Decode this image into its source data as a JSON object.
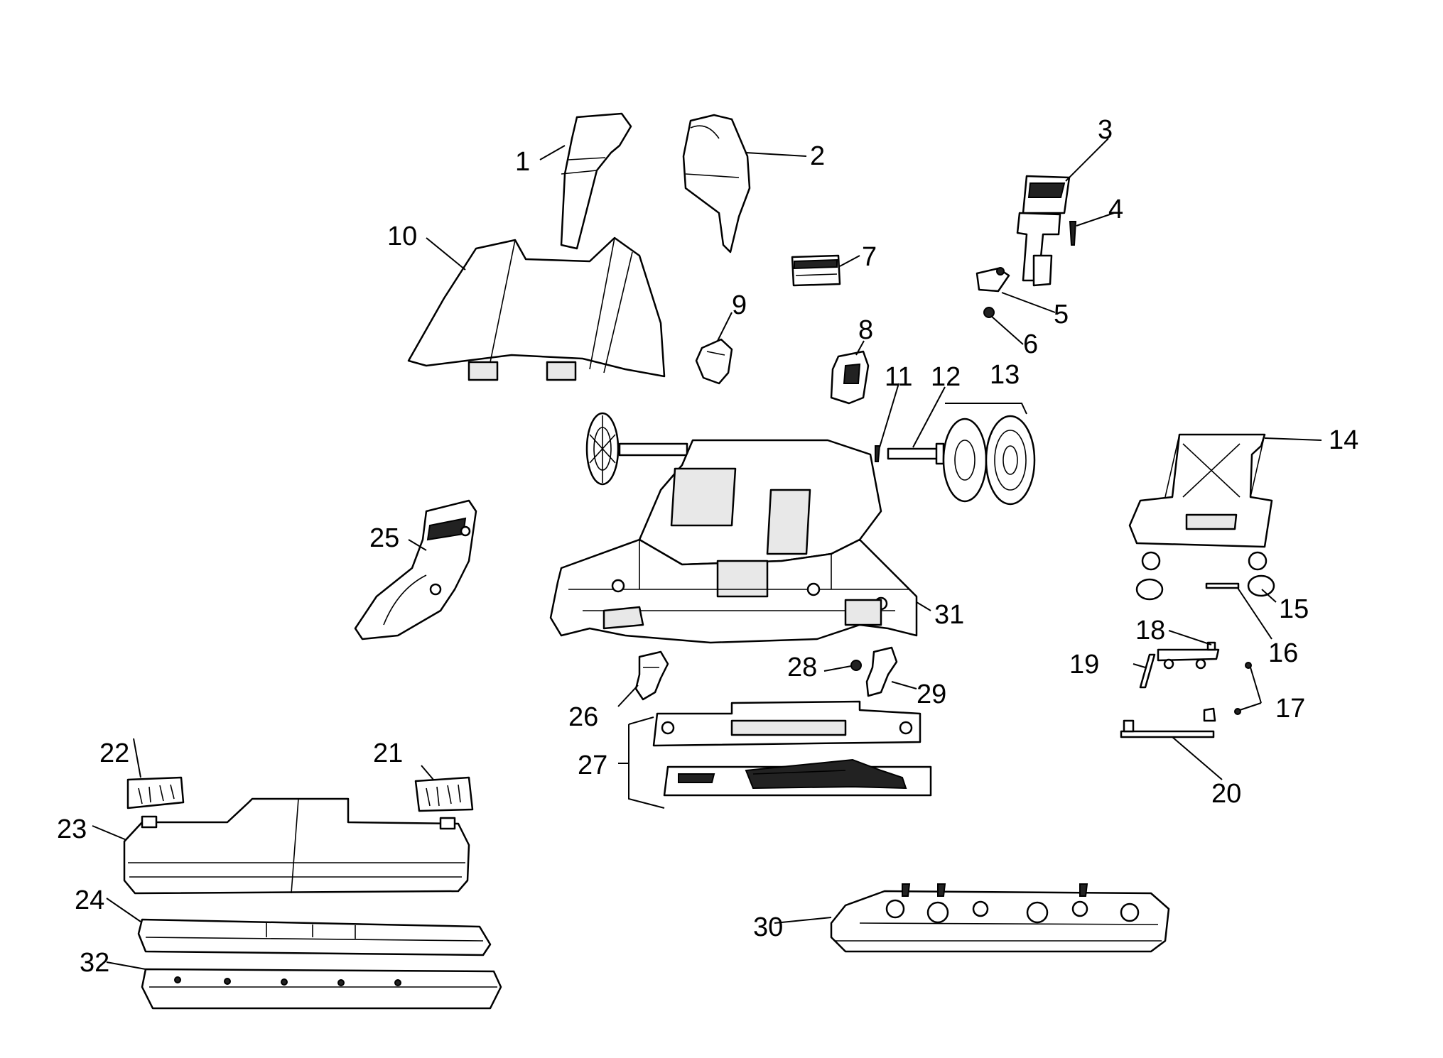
{
  "callouts": [
    {
      "id": "1",
      "text": "1"
    },
    {
      "id": "2",
      "text": "2"
    },
    {
      "id": "3",
      "text": "3"
    },
    {
      "id": "4",
      "text": "4"
    },
    {
      "id": "5",
      "text": "5"
    },
    {
      "id": "6",
      "text": "6"
    },
    {
      "id": "7",
      "text": "7"
    },
    {
      "id": "8",
      "text": "8"
    },
    {
      "id": "9",
      "text": "9"
    },
    {
      "id": "10",
      "text": "10"
    },
    {
      "id": "11",
      "text": "11"
    },
    {
      "id": "12",
      "text": "12"
    },
    {
      "id": "13",
      "text": "13"
    },
    {
      "id": "14",
      "text": "14"
    },
    {
      "id": "15",
      "text": "15"
    },
    {
      "id": "16",
      "text": "16"
    },
    {
      "id": "17",
      "text": "17"
    },
    {
      "id": "18",
      "text": "18"
    },
    {
      "id": "19",
      "text": "19"
    },
    {
      "id": "20",
      "text": "20"
    },
    {
      "id": "21",
      "text": "21"
    },
    {
      "id": "22",
      "text": "22"
    },
    {
      "id": "23",
      "text": "23"
    },
    {
      "id": "24",
      "text": "24"
    },
    {
      "id": "25",
      "text": "25"
    },
    {
      "id": "26",
      "text": "26"
    },
    {
      "id": "27",
      "text": "27"
    },
    {
      "id": "28",
      "text": "28"
    },
    {
      "id": "29",
      "text": "29"
    },
    {
      "id": "30",
      "text": "30"
    },
    {
      "id": "31",
      "text": "31"
    },
    {
      "id": "32",
      "text": "32"
    }
  ]
}
